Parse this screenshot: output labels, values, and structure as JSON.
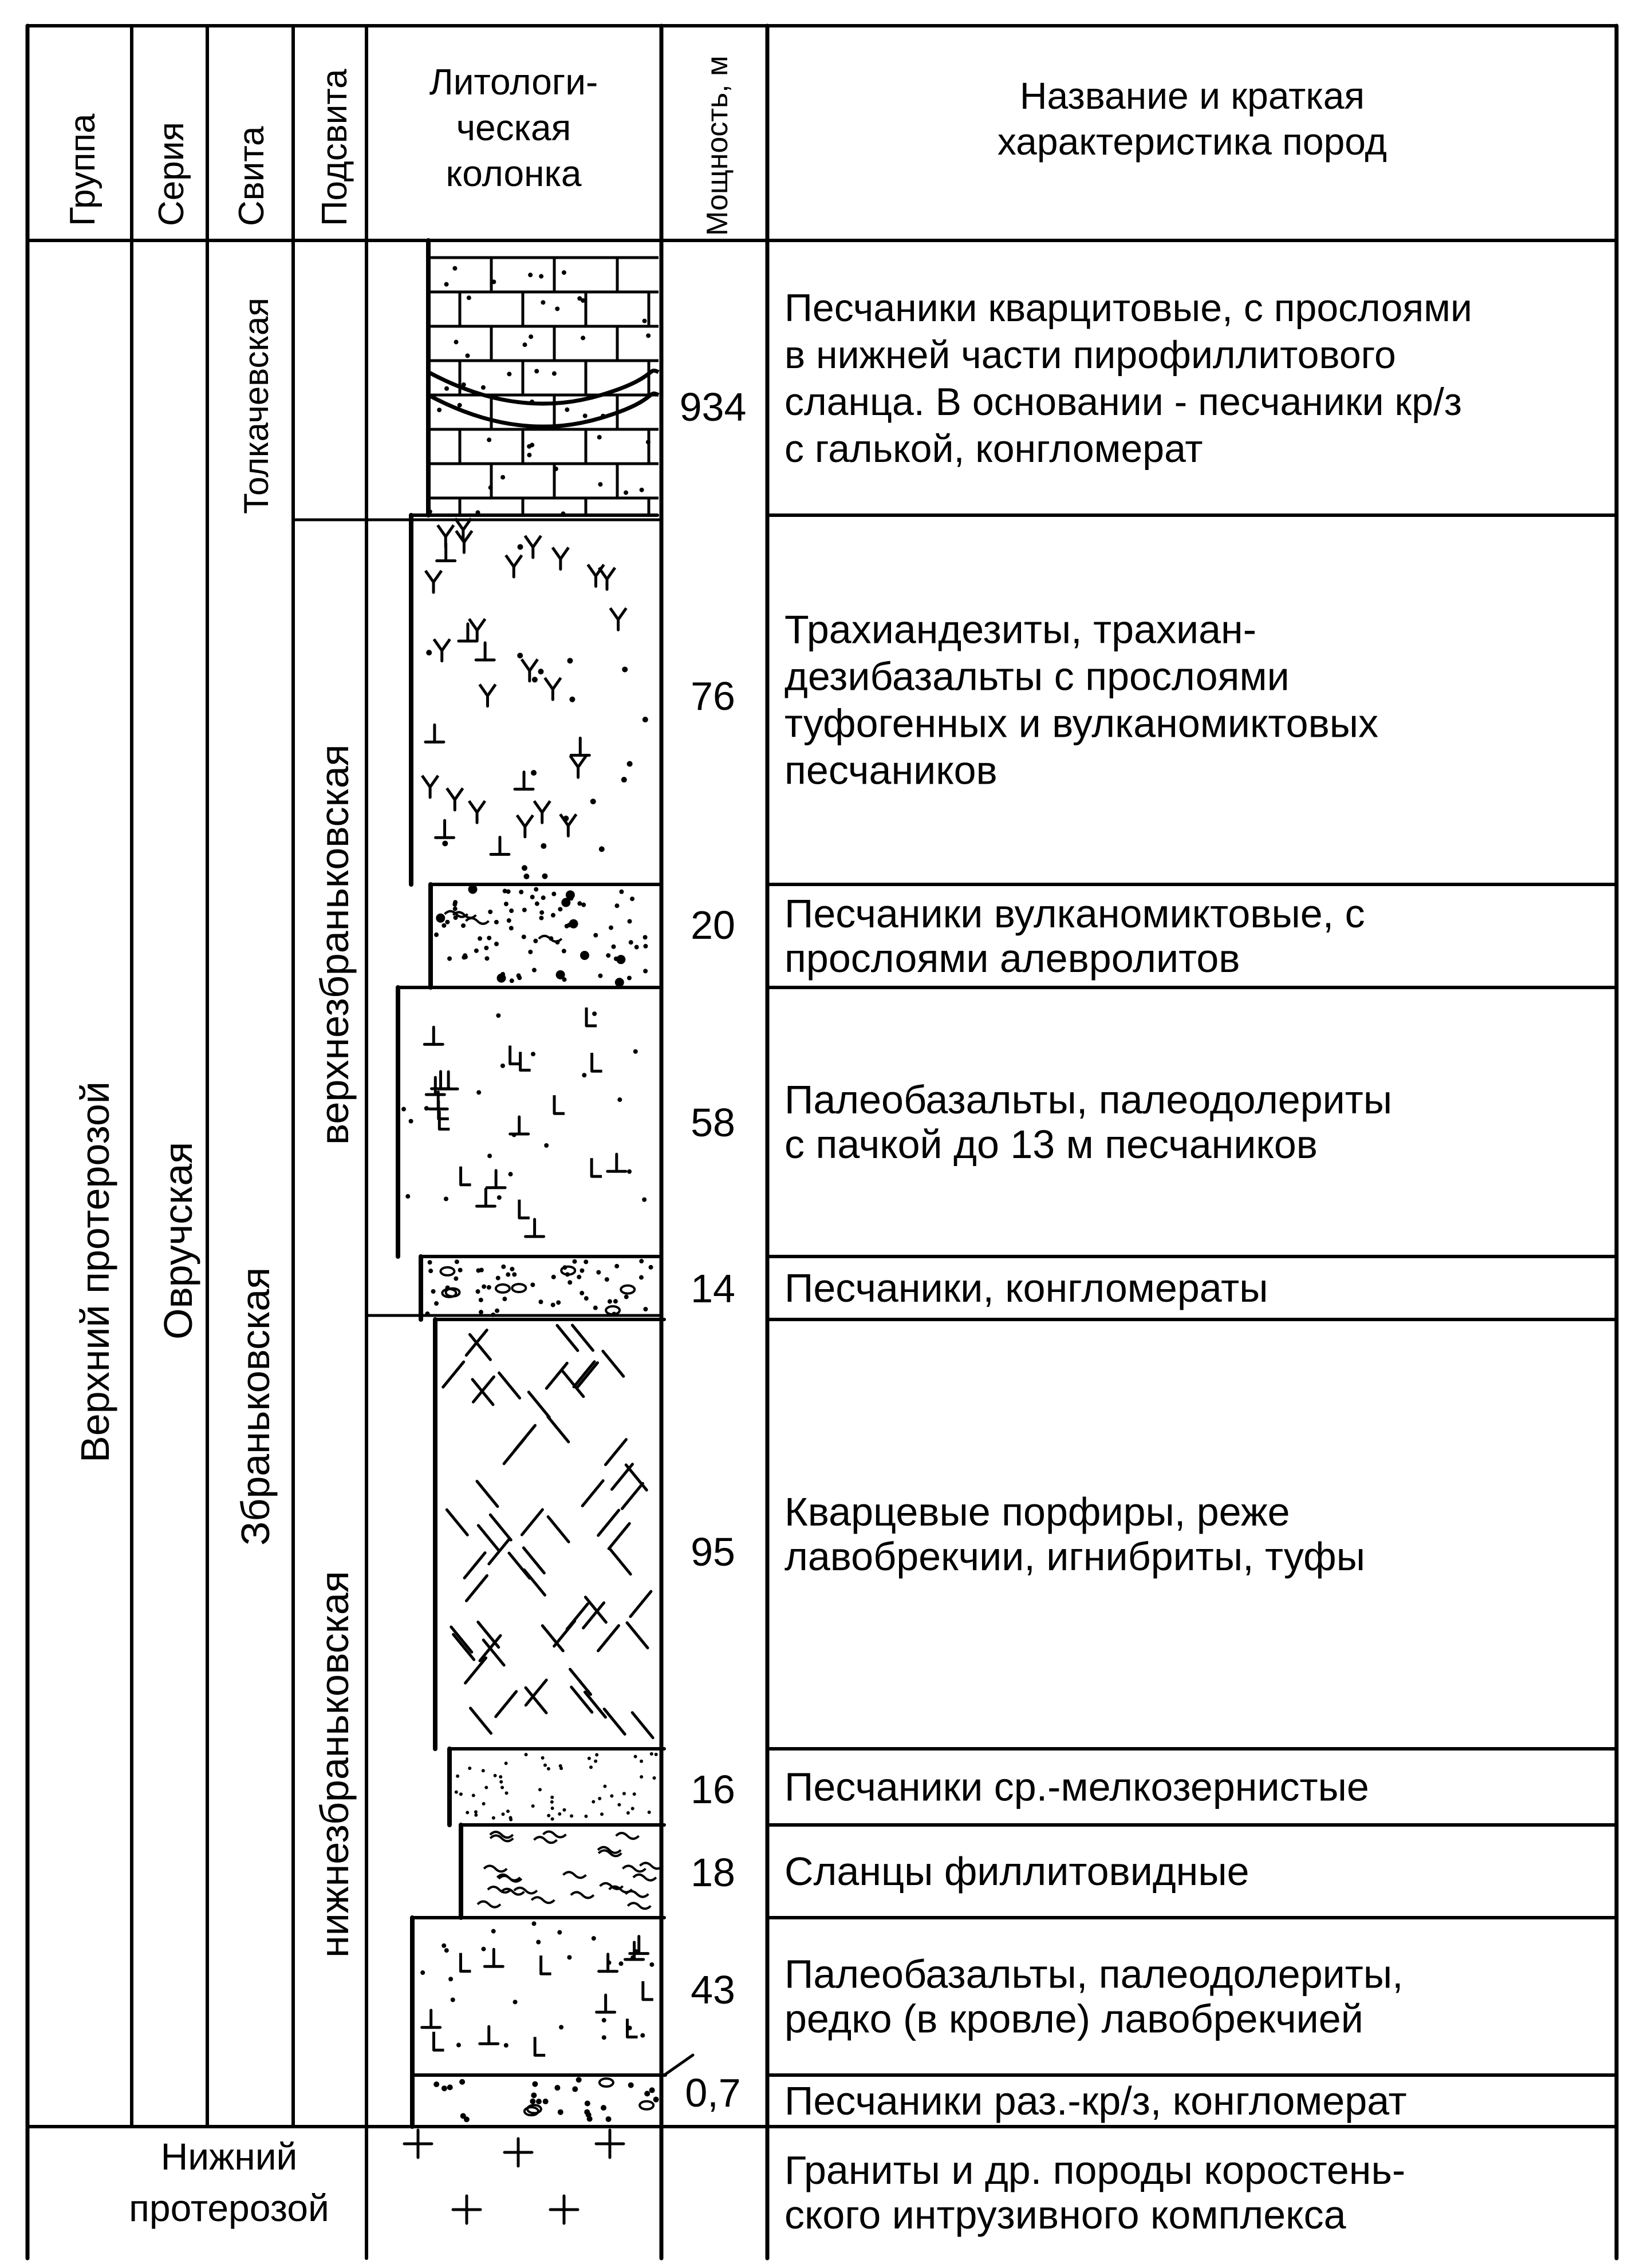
{
  "headers": {
    "group": "Группа",
    "series": "Серия",
    "suite": "Свита",
    "subsuite": "Подсвита",
    "lithology": [
      "Литологи-",
      "ческая",
      "колонка"
    ],
    "thickness": "Мощность, м",
    "description": [
      "Название и краткая",
      "характеристика пород"
    ]
  },
  "groups": [
    {
      "name": "Верхний протерозой"
    }
  ],
  "basement_group": [
    "Нижний",
    "протерозой"
  ],
  "series": [
    {
      "name": "Овручская"
    }
  ],
  "suites": [
    {
      "name": "Толкачевская"
    },
    {
      "name": "Збраньковская"
    }
  ],
  "subsuites": [
    {
      "name": "верхнезбраньковская"
    },
    {
      "name": "нижнезбраньковская"
    }
  ],
  "layers": [
    {
      "thickness": "934",
      "lithology": "quartzite-sandstone",
      "description": [
        "Песчаники кварцитовые, с прослоями",
        "в нижней части пирофиллитового",
        "сланца. В основании - песчаники кр/з",
        "с галькой, конгломерат"
      ]
    },
    {
      "thickness": "76",
      "lithology": "trachyandesite",
      "description": [
        "Трахиандезиты, трахиан-",
        "дезибазальты с прослоями",
        "туфогенных и вулканомиктовых",
        "песчаников"
      ]
    },
    {
      "thickness": "20",
      "lithology": "volcanomictic-sandstone",
      "description": [
        "Песчаники вулканомиктовые, с",
        "прослоями алевролитов"
      ]
    },
    {
      "thickness": "58",
      "lithology": "paleobasalt",
      "description": [
        "Палеобазальты, палеодолериты",
        "с пачкой до 13 м песчаников"
      ]
    },
    {
      "thickness": "14",
      "lithology": "sandstone-conglomerate",
      "description": [
        "Песчаники, конгломераты"
      ]
    },
    {
      "thickness": "95",
      "lithology": "quartz-porphyry",
      "description": [
        "Кварцевые порфиры, реже",
        "лавобрекчии, игнибриты, туфы"
      ]
    },
    {
      "thickness": "16",
      "lithology": "fine-sandstone",
      "description": [
        "Песчаники ср.-мелкозернистые"
      ]
    },
    {
      "thickness": "18",
      "lithology": "phyllite-shale",
      "description": [
        "Сланцы филлитовидные"
      ]
    },
    {
      "thickness": "43",
      "lithology": "paleobasalt-lavabreccia",
      "description": [
        "Палеобазальты, палеодолериты,",
        "редко (в кровле) лавобрекчией"
      ]
    },
    {
      "thickness": "0,7",
      "lithology": "coarse-sandstone-conglomerate",
      "description": [
        "Песчаники раз.-кр/з, конгломерат"
      ]
    },
    {
      "thickness": "",
      "lithology": "granite",
      "description": [
        "Граниты и др. породы коростень-",
        "ского интрузивного комплекса"
      ]
    }
  ]
}
